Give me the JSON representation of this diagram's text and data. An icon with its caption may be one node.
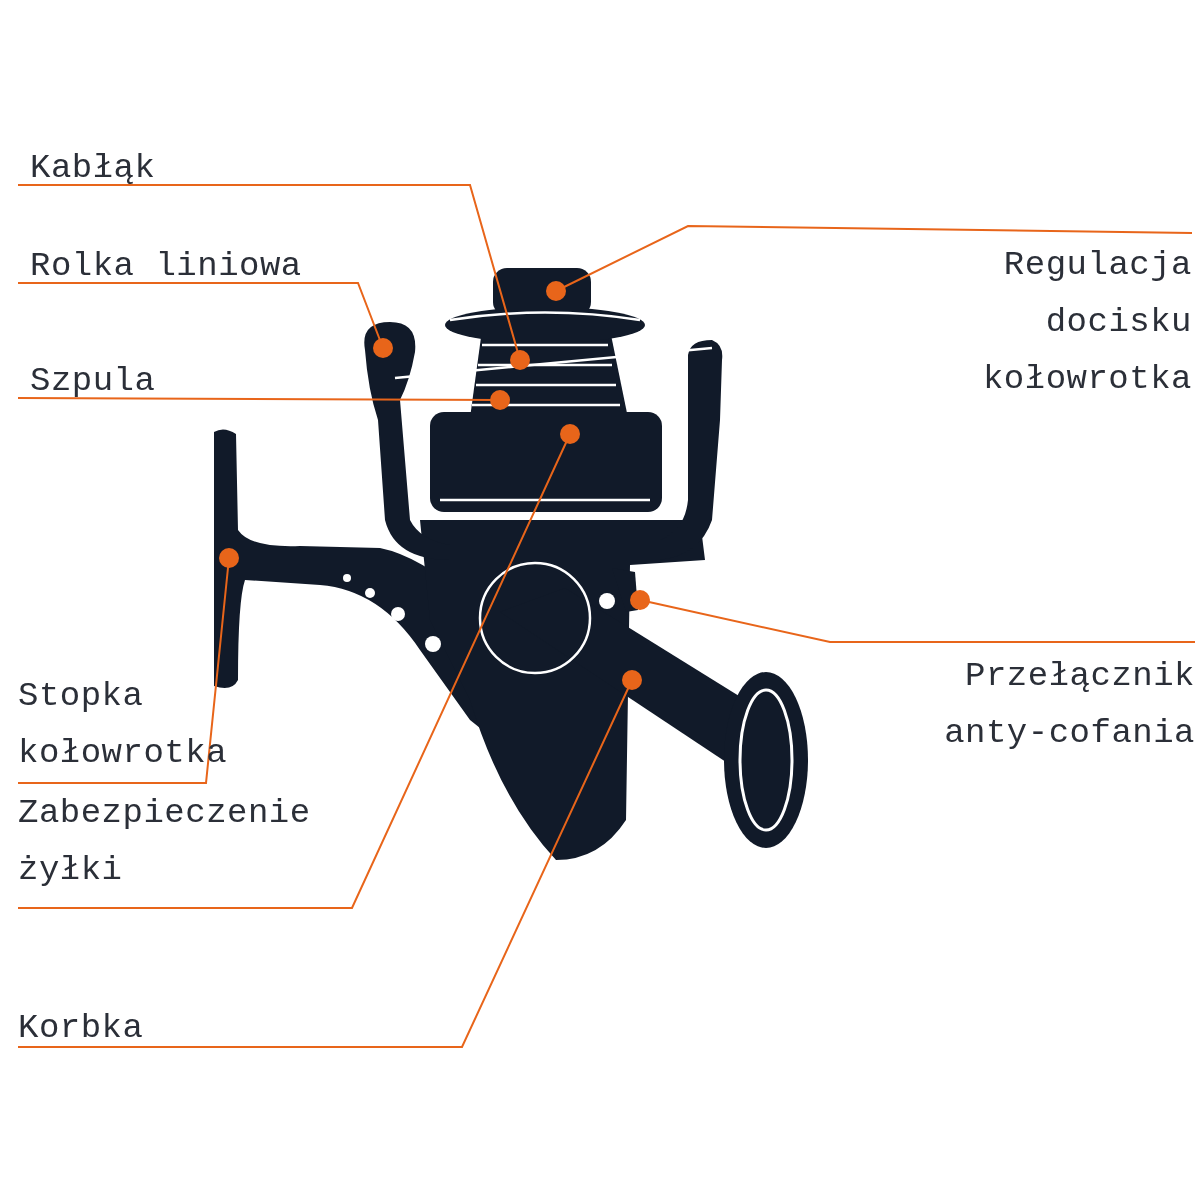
{
  "diagram": {
    "nodes": [
      {
        "text": [
          "Kabłąk"
        ]
      },
      {
        "text": [
          "Rolka liniowa"
        ]
      },
      {
        "text": [
          "Regulacja docisku kołowrotka"
        ]
      },
      {
        "text": [
          "Szpula"
        ]
      },
      {
        "text": [
          "Przełącznik anty-cofania"
        ]
      },
      {
        "text": [
          "Stopka kołowrotka"
        ]
      },
      {
        "text": [
          "Zabezpieczenie żyłki"
        ]
      },
      {
        "text": [
          "Korbka"
        ]
      }
    ],
    "edges": [
      {
        "from": 0,
        "to": null,
        "arrow": "other"
      },
      {
        "from": 1,
        "to": null,
        "arrow": "other"
      },
      {
        "from": 2,
        "to": null,
        "arrow": "other"
      },
      {
        "from": 3,
        "to": null,
        "arrow": "other"
      },
      {
        "from": 4,
        "to": null,
        "arrow": "other"
      },
      {
        "from": 5,
        "to": null,
        "arrow": "other"
      },
      {
        "from": 6,
        "to": null,
        "arrow": "other"
      },
      {
        "from": 7,
        "to": null,
        "arrow": "other"
      }
    ]
  }
}
